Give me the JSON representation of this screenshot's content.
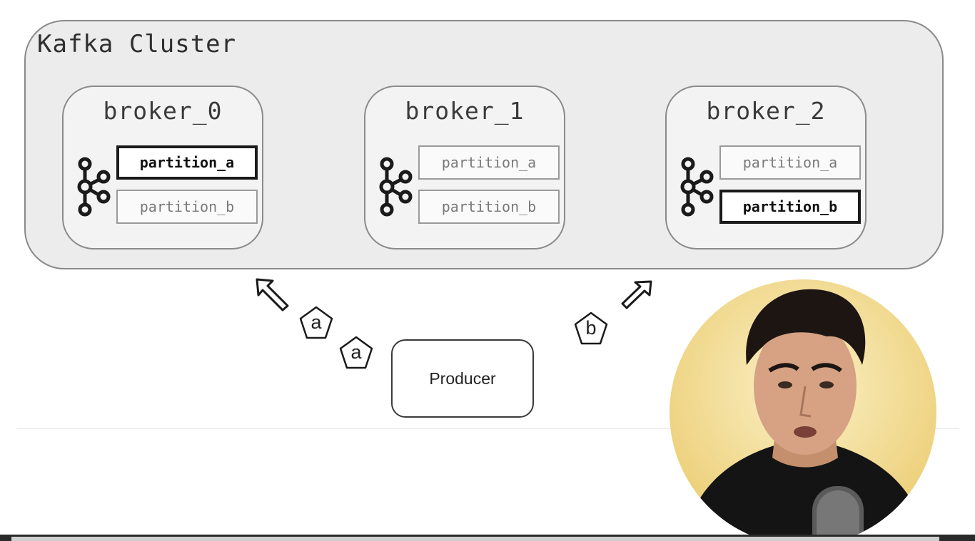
{
  "cluster": {
    "title": "Kafka Cluster"
  },
  "brokers": [
    {
      "name": "broker_0",
      "partitions": [
        {
          "label": "partition_a",
          "highlighted": true
        },
        {
          "label": "partition_b",
          "highlighted": false
        }
      ]
    },
    {
      "name": "broker_1",
      "partitions": [
        {
          "label": "partition_a",
          "highlighted": false
        },
        {
          "label": "partition_b",
          "highlighted": false
        }
      ]
    },
    {
      "name": "broker_2",
      "partitions": [
        {
          "label": "partition_a",
          "highlighted": false
        },
        {
          "label": "partition_b",
          "highlighted": true
        }
      ]
    }
  ],
  "producer": {
    "label": "Producer"
  },
  "messages": [
    {
      "label": "a"
    },
    {
      "label": "a"
    },
    {
      "label": "b"
    }
  ],
  "icons": {
    "broker_logo": "kafka-logo-icon",
    "arrows": [
      "arrow-up-left-icon",
      "arrow-up-right-icon"
    ],
    "presenter": "presenter-webcam"
  },
  "colors": {
    "cluster_fill": "#ececec",
    "outline": "#8a8a8a",
    "highlight_border": "#1a1a1a",
    "presenter_background": "#f5e6a8",
    "presenter_shirt": "#141414"
  }
}
